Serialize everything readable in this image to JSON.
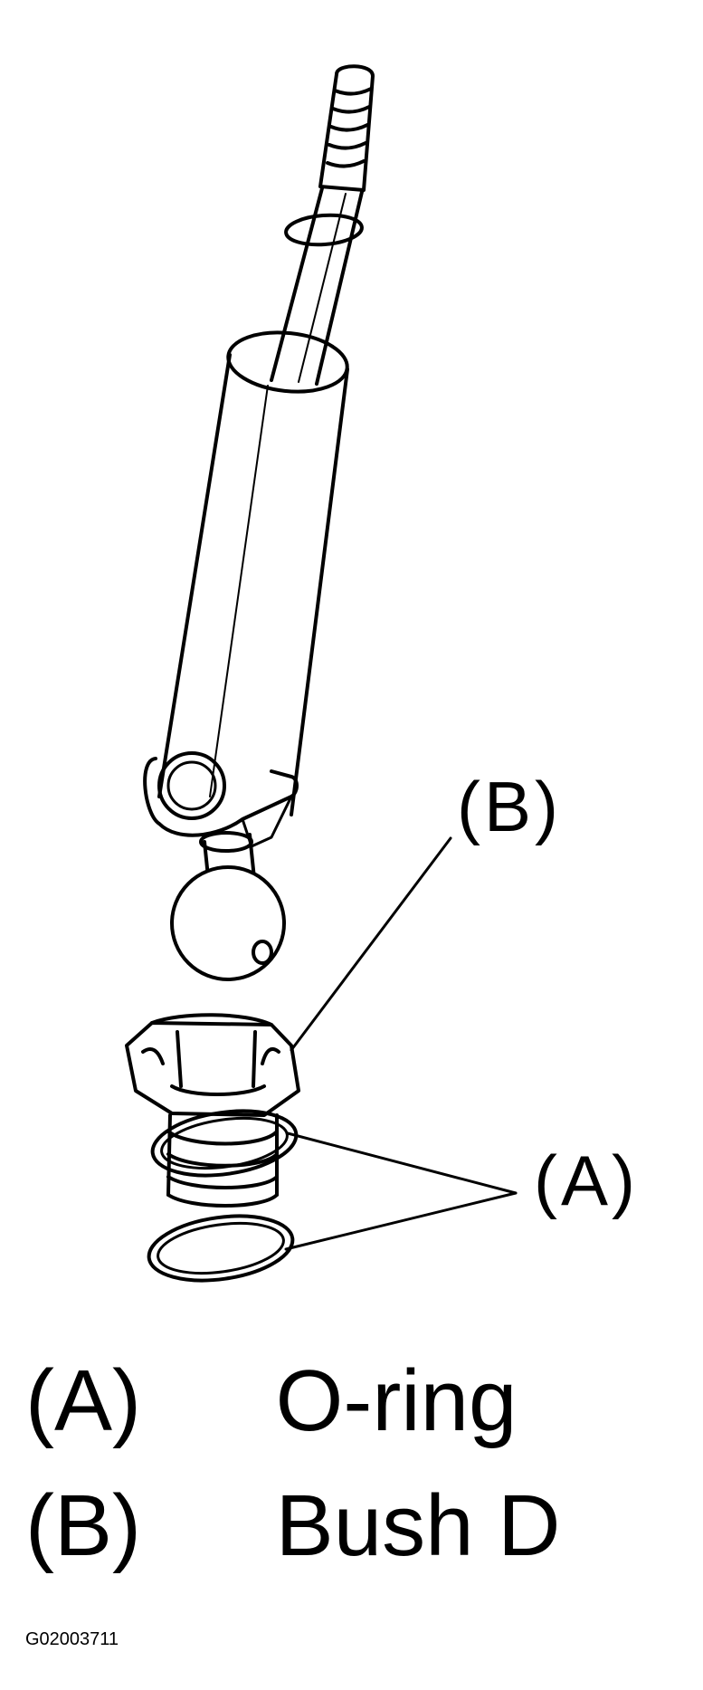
{
  "callouts": {
    "b": "(B)",
    "a": "(A)"
  },
  "legend": [
    {
      "key": "(A)",
      "text": "O-ring"
    },
    {
      "key": "(B)",
      "text": "Bush D"
    }
  ],
  "figure_code": "G02003711",
  "colors": {
    "line": "#000000",
    "background": "#ffffff"
  }
}
